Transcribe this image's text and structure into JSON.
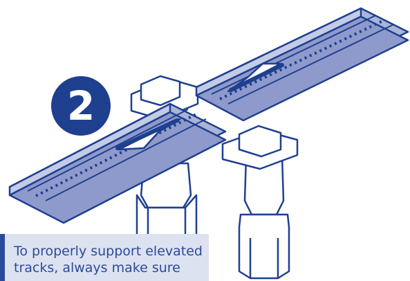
{
  "step": {
    "number": "2"
  },
  "note": {
    "lines": [
      "To properly support elevated",
      "tracks, always make sure"
    ]
  },
  "colors": {
    "track_fill": "#a9b4d8",
    "track_light": "#c3cbe6",
    "outline": "#1f3f8f",
    "support_fill": "#ffffff",
    "badge": "#1f3f8f",
    "note_bg": "#dde2f0",
    "note_text": "#2b4a9b"
  },
  "icons": {
    "left_arrow": "arrow-right-icon",
    "right_arrow": "arrow-left-icon"
  }
}
